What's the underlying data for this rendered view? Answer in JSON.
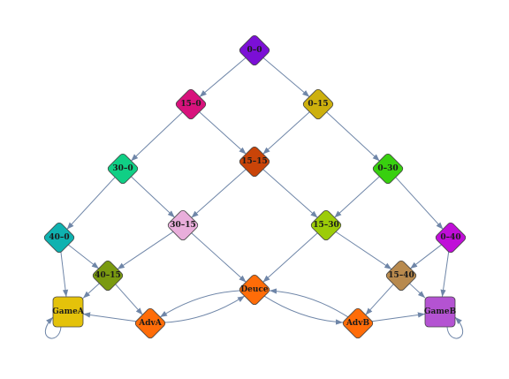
{
  "nodes": [
    {
      "id": "n00",
      "label": "0–0",
      "color": "#7b0fd6",
      "shape": "diamond"
    },
    {
      "id": "n150",
      "label": "15–0",
      "color": "#d8127c",
      "shape": "diamond"
    },
    {
      "id": "n015",
      "label": "0–15",
      "color": "#cdb00d",
      "shape": "diamond"
    },
    {
      "id": "n300",
      "label": "30–0",
      "color": "#10cf85",
      "shape": "diamond"
    },
    {
      "id": "n1515",
      "label": "15–15",
      "color": "#c94408",
      "shape": "diamond"
    },
    {
      "id": "n030",
      "label": "0–30",
      "color": "#38d00f",
      "shape": "diamond"
    },
    {
      "id": "n400",
      "label": "40–0",
      "color": "#0fb2b0",
      "shape": "diamond"
    },
    {
      "id": "n3015",
      "label": "30–15",
      "color": "#e9aedb",
      "shape": "diamond"
    },
    {
      "id": "n1530",
      "label": "15–30",
      "color": "#9ccc08",
      "shape": "diamond"
    },
    {
      "id": "n040",
      "label": "0–40",
      "color": "#c00ed8",
      "shape": "diamond"
    },
    {
      "id": "n4015",
      "label": "40–15",
      "color": "#7a9a10",
      "shape": "diamond"
    },
    {
      "id": "ndeuce",
      "label": "Deuce",
      "color": "#ff6c08",
      "shape": "diamond"
    },
    {
      "id": "n1540",
      "label": "15–40",
      "color": "#b88a4e",
      "shape": "diamond"
    },
    {
      "id": "ngameA",
      "label": "GameA",
      "color": "#e4c20a",
      "shape": "square"
    },
    {
      "id": "nadvA",
      "label": "AdvA",
      "color": "#ff6c08",
      "shape": "diamond"
    },
    {
      "id": "nadvB",
      "label": "AdvB",
      "color": "#ff6c08",
      "shape": "diamond"
    },
    {
      "id": "ngameB",
      "label": "GameB",
      "color": "#b453d2",
      "shape": "square"
    }
  ],
  "edges": [
    [
      "n00",
      "n150"
    ],
    [
      "n00",
      "n015"
    ],
    [
      "n150",
      "n300"
    ],
    [
      "n150",
      "n1515"
    ],
    [
      "n015",
      "n1515"
    ],
    [
      "n015",
      "n030"
    ],
    [
      "n300",
      "n400"
    ],
    [
      "n300",
      "n3015"
    ],
    [
      "n1515",
      "n3015"
    ],
    [
      "n1515",
      "n1530"
    ],
    [
      "n030",
      "n1530"
    ],
    [
      "n030",
      "n040"
    ],
    [
      "n400",
      "ngameA"
    ],
    [
      "n400",
      "n4015"
    ],
    [
      "n3015",
      "n4015"
    ],
    [
      "n3015",
      "ndeuce"
    ],
    [
      "n1530",
      "ndeuce"
    ],
    [
      "n1530",
      "n1540"
    ],
    [
      "n040",
      "n1540"
    ],
    [
      "n040",
      "ngameB"
    ],
    [
      "n4015",
      "ngameA"
    ],
    [
      "n4015",
      "nadvA"
    ],
    [
      "n1540",
      "nadvB"
    ],
    [
      "n1540",
      "ngameB"
    ],
    [
      "nadvA",
      "ngameA"
    ],
    [
      "nadvA",
      "ndeuce"
    ],
    [
      "ndeuce",
      "nadvA"
    ],
    [
      "ndeuce",
      "nadvB"
    ],
    [
      "nadvB",
      "ndeuce"
    ],
    [
      "nadvB",
      "ngameB"
    ],
    [
      "ngameA",
      "ngameA"
    ],
    [
      "ngameB",
      "ngameB"
    ]
  ]
}
